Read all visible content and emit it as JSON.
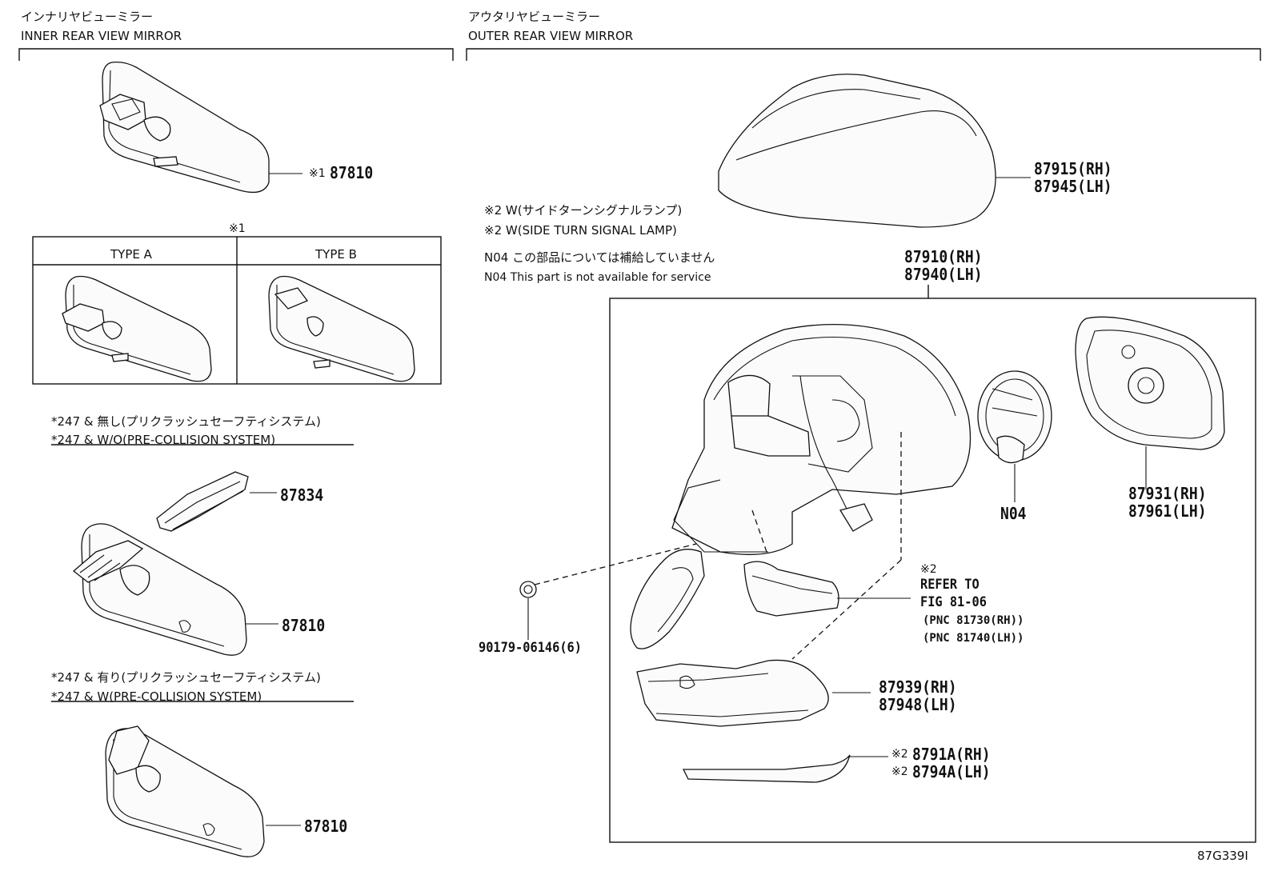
{
  "inner": {
    "heading_jp": "インナリヤビューミラー",
    "heading_en": "INNER REAR VIEW MIRROR",
    "part_top": "87810",
    "part_top_mark": "※1",
    "table_mark": "※1",
    "type_a": "TYPE A",
    "type_b": "TYPE B",
    "cond1_jp": "*247 & 無し(プリクラッシュセーフティシステム)",
    "cond1_en": "*247 & W/O(PRE-COLLISION SYSTEM)",
    "part_cover": "87834",
    "part_mid": "87810",
    "cond2_jp": "*247 & 有り(プリクラッシュセーフティシステム)",
    "cond2_en": "*247 & W(PRE-COLLISION SYSTEM)",
    "part_bottom": "87810"
  },
  "outer": {
    "heading_jp": "アウタリヤビューミラー",
    "heading_en": "OUTER REAR VIEW MIRROR",
    "cover_rh": "87915(RH)",
    "cover_lh": "87945(LH)",
    "note_jp": "※2 W(サイドターンシグナルランプ)",
    "note_en": "※2 W(SIDE TURN SIGNAL LAMP)",
    "n04_jp": "N04 この部品については補給していません",
    "n04_en": "N04 This part is not available for service",
    "assy_rh": "87910(RH)",
    "assy_lh": "87940(LH)",
    "actuator": "N04",
    "glass_rh": "87931(RH)",
    "glass_lh": "87961(LH)",
    "refer_mark": "※2",
    "refer_1": "REFER TO",
    "refer_2": "FIG 81-06",
    "refer_3": "(PNC 81730(RH))",
    "refer_4": "(PNC 81740(LH))",
    "screw": "90179-06146(6)",
    "housing_rh": "87939(RH)",
    "housing_lh": "87948(LH)",
    "lamp_mark": "※2",
    "lamp_rh": "8791A(RH)",
    "lamp_lh": "8794A(LH)"
  },
  "figure_code": "87G339I"
}
